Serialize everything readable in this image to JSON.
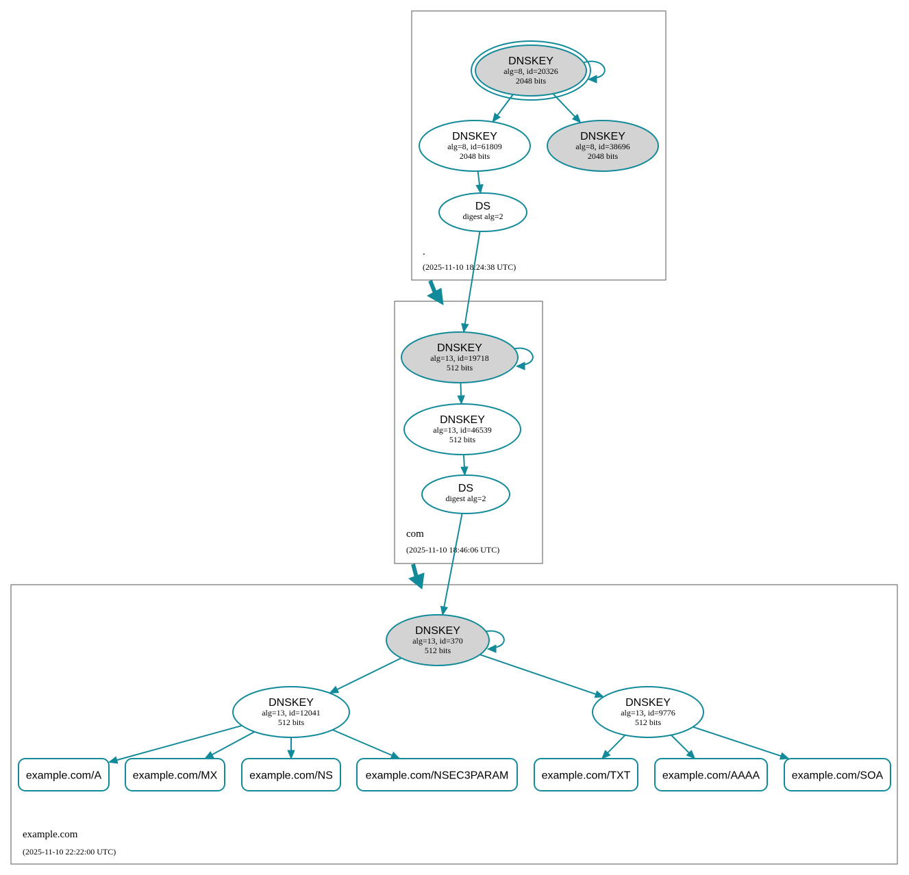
{
  "colors": {
    "edge": "#138a99",
    "secure_entry_fill": "#d3d3d3",
    "key_fill": "#ffffff",
    "zone_border": "#555555"
  },
  "zones": [
    {
      "id": "root",
      "name": ".",
      "timestamp": "(2025-11-10 18:24:38 UTC)"
    },
    {
      "id": "com",
      "name": "com",
      "timestamp": "(2025-11-10 18:46:06 UTC)"
    },
    {
      "id": "example",
      "name": "example.com",
      "timestamp": "(2025-11-10 22:22:00 UTC)"
    }
  ],
  "nodes": [
    {
      "id": "root_ksk",
      "zone": "root",
      "type": "DNSKEY",
      "line1": "alg=8, id=20326",
      "line2": "2048 bits",
      "secure_entry": true,
      "trust_anchor": true,
      "self_signed": true
    },
    {
      "id": "root_zsk1",
      "zone": "root",
      "type": "DNSKEY",
      "line1": "alg=8, id=61809",
      "line2": "2048 bits",
      "secure_entry": false
    },
    {
      "id": "root_zsk2",
      "zone": "root",
      "type": "DNSKEY",
      "line1": "alg=8, id=38696",
      "line2": "2048 bits",
      "secure_entry": true
    },
    {
      "id": "root_ds",
      "zone": "root",
      "type": "DS",
      "line1": "digest alg=2",
      "line2": ""
    },
    {
      "id": "com_ksk",
      "zone": "com",
      "type": "DNSKEY",
      "line1": "alg=13, id=19718",
      "line2": "512 bits",
      "secure_entry": true,
      "self_signed": true
    },
    {
      "id": "com_zsk",
      "zone": "com",
      "type": "DNSKEY",
      "line1": "alg=13, id=46539",
      "line2": "512 bits",
      "secure_entry": false
    },
    {
      "id": "com_ds",
      "zone": "com",
      "type": "DS",
      "line1": "digest alg=2",
      "line2": ""
    },
    {
      "id": "ex_ksk",
      "zone": "example",
      "type": "DNSKEY",
      "line1": "alg=13, id=370",
      "line2": "512 bits",
      "secure_entry": true,
      "self_signed": true
    },
    {
      "id": "ex_zsk1",
      "zone": "example",
      "type": "DNSKEY",
      "line1": "alg=13, id=12041",
      "line2": "512 bits",
      "secure_entry": false
    },
    {
      "id": "ex_zsk2",
      "zone": "example",
      "type": "DNSKEY",
      "line1": "alg=13, id=9776",
      "line2": "512 bits",
      "secure_entry": false
    }
  ],
  "rrsets": [
    {
      "id": "rr_a",
      "label": "example.com/A"
    },
    {
      "id": "rr_mx",
      "label": "example.com/MX"
    },
    {
      "id": "rr_ns",
      "label": "example.com/NS"
    },
    {
      "id": "rr_nsec3param",
      "label": "example.com/NSEC3PARAM"
    },
    {
      "id": "rr_txt",
      "label": "example.com/TXT"
    },
    {
      "id": "rr_aaaa",
      "label": "example.com/AAAA"
    },
    {
      "id": "rr_soa",
      "label": "example.com/SOA"
    }
  ],
  "edges": [
    {
      "from": "root_ksk",
      "to": "root_zsk1"
    },
    {
      "from": "root_ksk",
      "to": "root_zsk2"
    },
    {
      "from": "root_zsk1",
      "to": "root_ds"
    },
    {
      "from": "root_ds",
      "to": "com_ksk"
    },
    {
      "from": "com_ksk",
      "to": "com_zsk"
    },
    {
      "from": "com_zsk",
      "to": "com_ds"
    },
    {
      "from": "com_ds",
      "to": "ex_ksk"
    },
    {
      "from": "ex_ksk",
      "to": "ex_zsk1"
    },
    {
      "from": "ex_ksk",
      "to": "ex_zsk2"
    },
    {
      "from": "ex_zsk1",
      "to": "rr_a"
    },
    {
      "from": "ex_zsk1",
      "to": "rr_mx"
    },
    {
      "from": "ex_zsk1",
      "to": "rr_ns"
    },
    {
      "from": "ex_zsk1",
      "to": "rr_nsec3param"
    },
    {
      "from": "ex_zsk2",
      "to": "rr_txt"
    },
    {
      "from": "ex_zsk2",
      "to": "rr_aaaa"
    },
    {
      "from": "ex_zsk2",
      "to": "rr_soa"
    }
  ],
  "delegations": [
    {
      "from": "root",
      "to": "com"
    },
    {
      "from": "com",
      "to": "example"
    }
  ]
}
